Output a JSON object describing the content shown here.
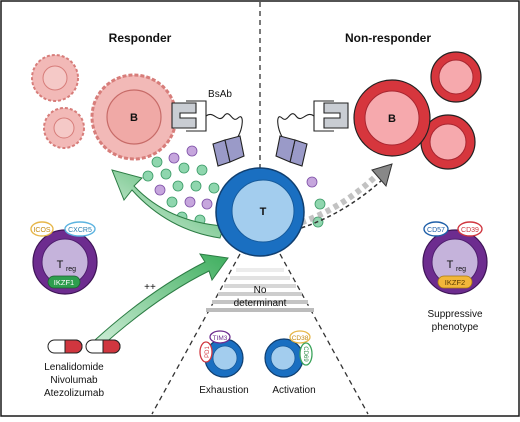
{
  "headings": {
    "responder": "Responder",
    "non_responder": "Non-responder"
  },
  "labels": {
    "bsab": "BsAb",
    "b_left": "B",
    "b_right": "B",
    "t_cell": "T",
    "plus": "++",
    "no_determinant_line1": "No",
    "no_determinant_line2": "determinant",
    "exhaustion": "Exhaustion",
    "activation": "Activation",
    "suppressive_line1": "Suppressive",
    "suppressive_line2": "phenotype"
  },
  "treg_left": {
    "label": "T",
    "sub": "reg",
    "markers": [
      "ICOS",
      "CXCR5"
    ],
    "tf": "IKZF1"
  },
  "treg_right": {
    "label": "T",
    "sub": "reg",
    "markers": [
      "CD57",
      "CD39"
    ],
    "tf": "IKZF2"
  },
  "exhaustion_markers": [
    "PD1",
    "TIM3"
  ],
  "activation_markers": [
    "CD69",
    "CD38"
  ],
  "drugs": [
    "Lenalidomide",
    "Nivolumab",
    "Atezolizumab"
  ],
  "colors": {
    "responder_b_fill": "#f2b9b7",
    "responder_b_stroke": "#d77d7a",
    "nonresponder_b": "#d6363d",
    "nonresponder_b_inner": "#f6a9ad",
    "t_outer": "#1a6fc1",
    "t_inner": "#a3cdee",
    "treg_outer": "#6d2c8f",
    "treg_inner": "#c5b3db",
    "green_arrow": "#4cb86a",
    "green_cytokine": "#8fd6ae",
    "purple_cytokine": "#c6a6dd",
    "bsab_grey": "#c9cdd3",
    "bsab_lavender": "#9a9ac8",
    "ikzf1": "#2e9e4e",
    "ikzf2": "#f2b73a",
    "icos": "#e7b74a",
    "cxcr5": "#5bb3e0",
    "cd57": "#1f5fa8",
    "cd39": "#d0363f",
    "pd1": "#d0363f",
    "tim3": "#6d2c8f",
    "cd69": "#3aa35a",
    "cd38": "#e7b74a",
    "capsule_red": "#d0363f"
  },
  "icons": [
    "dashed-divider",
    "curved-green-arrow",
    "curved-dashed-grey-arrow",
    "drug-capsule"
  ]
}
